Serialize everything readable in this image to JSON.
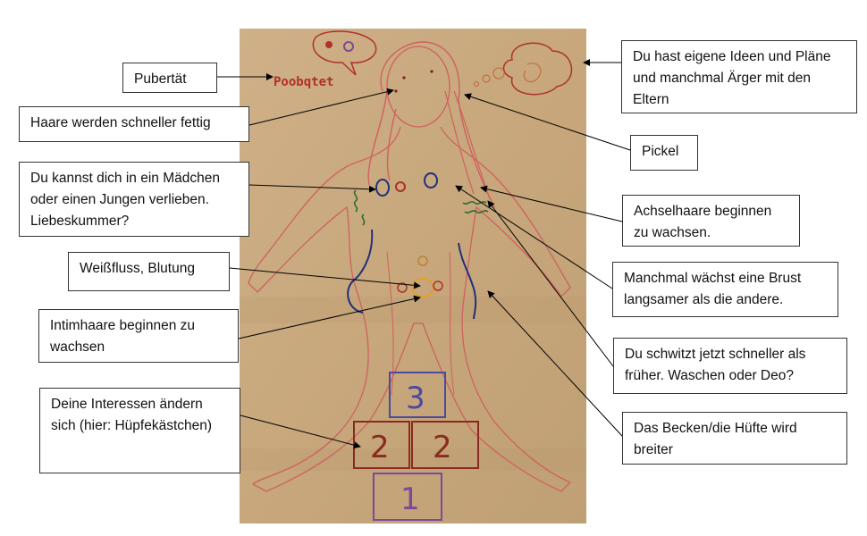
{
  "poster": {
    "scribble_text": "Poobqtet",
    "hopscotch_numbers": [
      "3",
      "2",
      "2",
      "1"
    ]
  },
  "labels": {
    "pubertaet": "Pubertät",
    "haare": "Haare werden schneller fettig",
    "verlieben": "Du kannst dich in ein Mädchen oder einen Jungen verlieben. Liebeskummer?",
    "weissfluss": "Weißfluss, Blutung",
    "intimhaare": "Intimhaare beginnen zu wachsen",
    "interessen": "Deine Interessen ändern sich (hier: Hüpfekästchen)",
    "ideen": "Du hast eigene Ideen und Pläne und manchmal Ärger mit den Eltern",
    "pickel": "Pickel",
    "achselhaare": "Achselhaare beginnen zu wachsen.",
    "brust": "Manchmal wächst eine Brust langsamer als die andere.",
    "schwitzen": "Du schwitzt jetzt schneller als früher. Waschen oder Deo?",
    "becken": "Das Becken/die Hüfte wird breiter"
  },
  "colors": {
    "paper": "#c9a87c",
    "body_outline": "#d06060",
    "marker_blue": "#22307a",
    "marker_green": "#2f6b2f",
    "marker_red": "#b0302a",
    "marker_purple": "#7a4a9a",
    "arrow": "#000000"
  }
}
